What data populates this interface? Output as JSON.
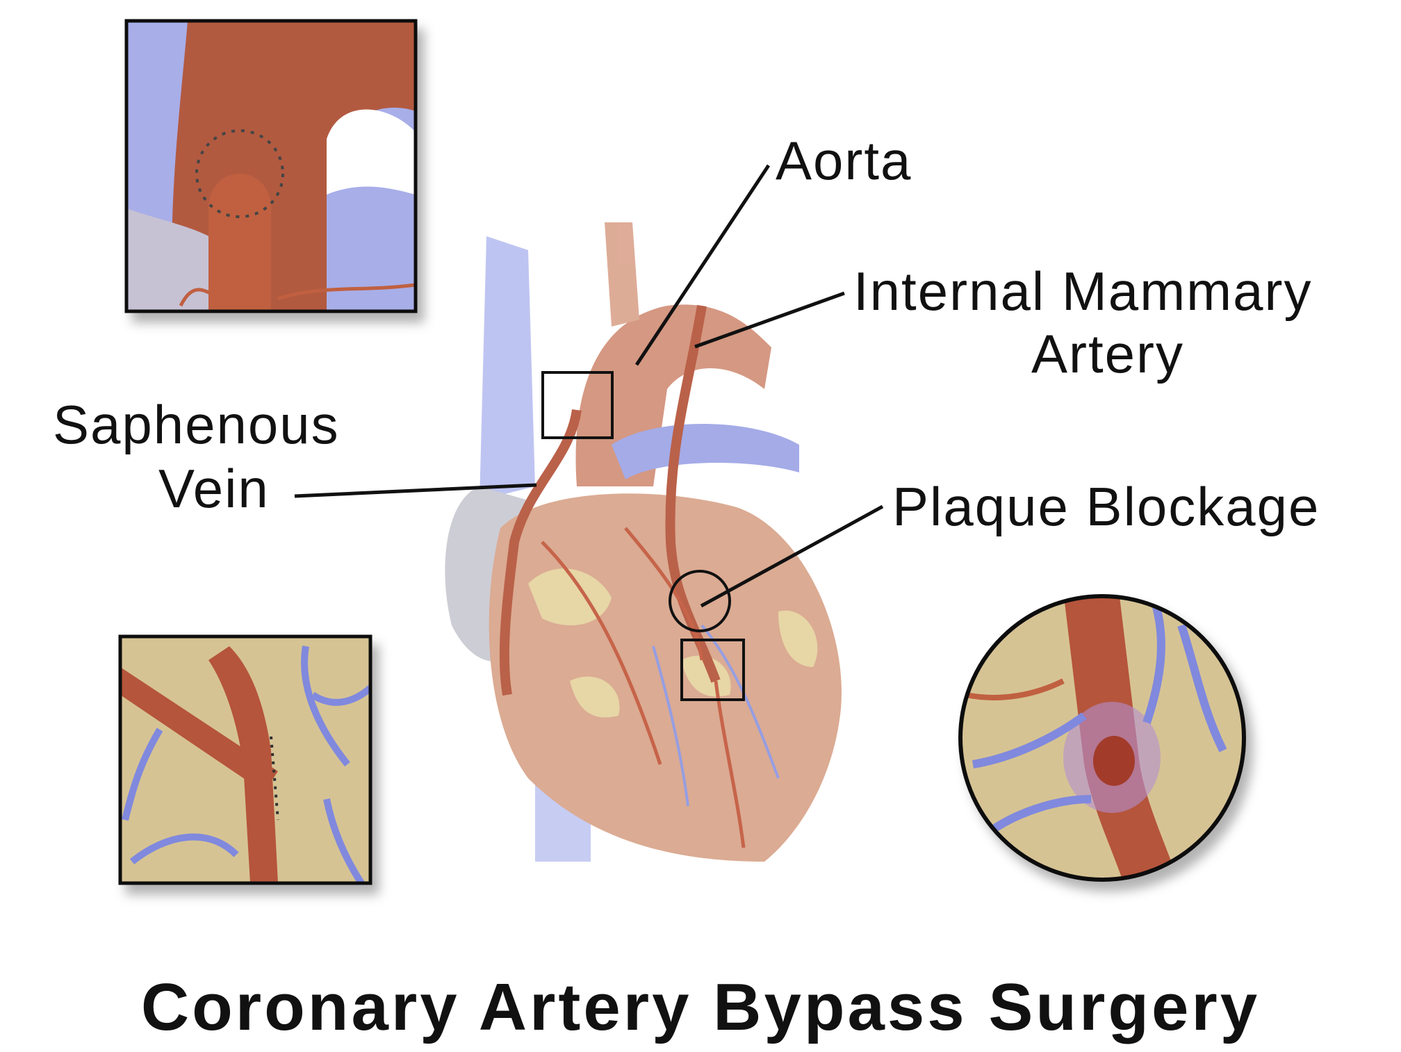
{
  "title": "Coronary Artery Bypass Surgery",
  "labels": {
    "aorta": "Aorta",
    "internal_mammary_line1": "Internal Mammary",
    "internal_mammary_line2": "Artery",
    "saphenous_line1": "Saphenous",
    "saphenous_line2": "Vein",
    "plaque": "Plaque Blockage"
  },
  "colors": {
    "artery": "#b5543a",
    "vein": "#8e96e0",
    "myocardium": "#d7c08e",
    "outline": "#111111"
  }
}
